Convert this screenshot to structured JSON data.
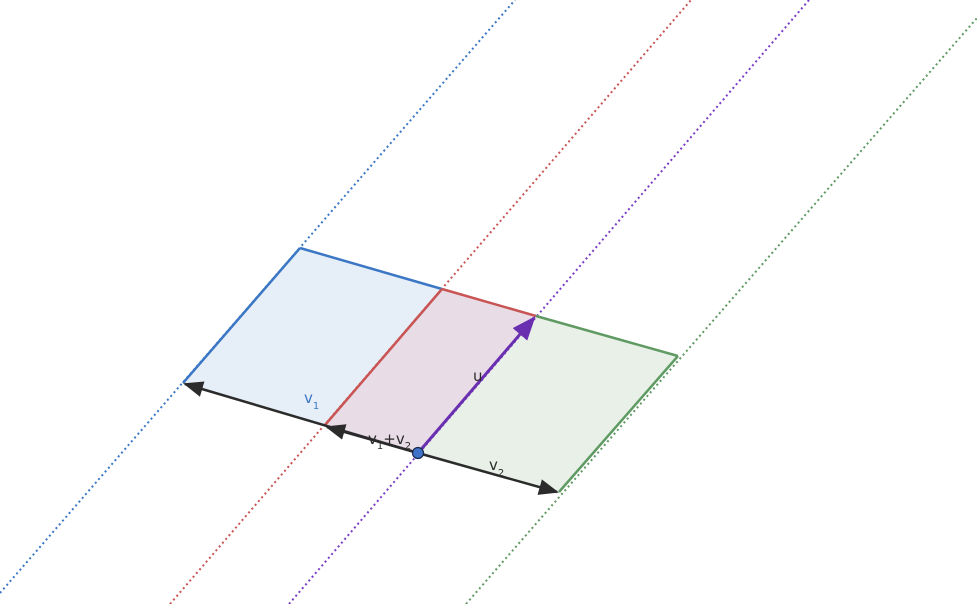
{
  "colors": {
    "background": "#ffffff",
    "blue": "#3b77c4",
    "blue_fill": "#e6eff8",
    "red": "#c95454",
    "red_fill": "#e8dce6",
    "purple": "#7a3cc6",
    "purple_vector": "#6a2fb0",
    "green": "#5f9a62",
    "green_fill": "#e8f0e8",
    "vector": "#2b2b2b",
    "point_fill": "#3f72c8",
    "point_stroke": "#1a2a4a"
  },
  "labels": {
    "v1": {
      "main": "v",
      "sub": "1"
    },
    "v2": {
      "main": "v",
      "sub": "2"
    },
    "v1_plus_v2": {
      "main1": "v",
      "sub1": "1",
      "plus": "+",
      "main2": "v",
      "sub2": "2"
    },
    "u": {
      "main": "u"
    }
  },
  "elements": {
    "origin_point": "origin-point",
    "vectors": [
      "vector-v1",
      "vector-v2",
      "vector-v1-plus-v2",
      "vector-u"
    ],
    "parallelograms": [
      "blue-parallelogram",
      "red-parallelogram",
      "green-parallelogram"
    ],
    "dotted_lines": [
      "blue-dotted-line",
      "red-dotted-line",
      "purple-dotted-line",
      "green-dotted-line"
    ]
  }
}
